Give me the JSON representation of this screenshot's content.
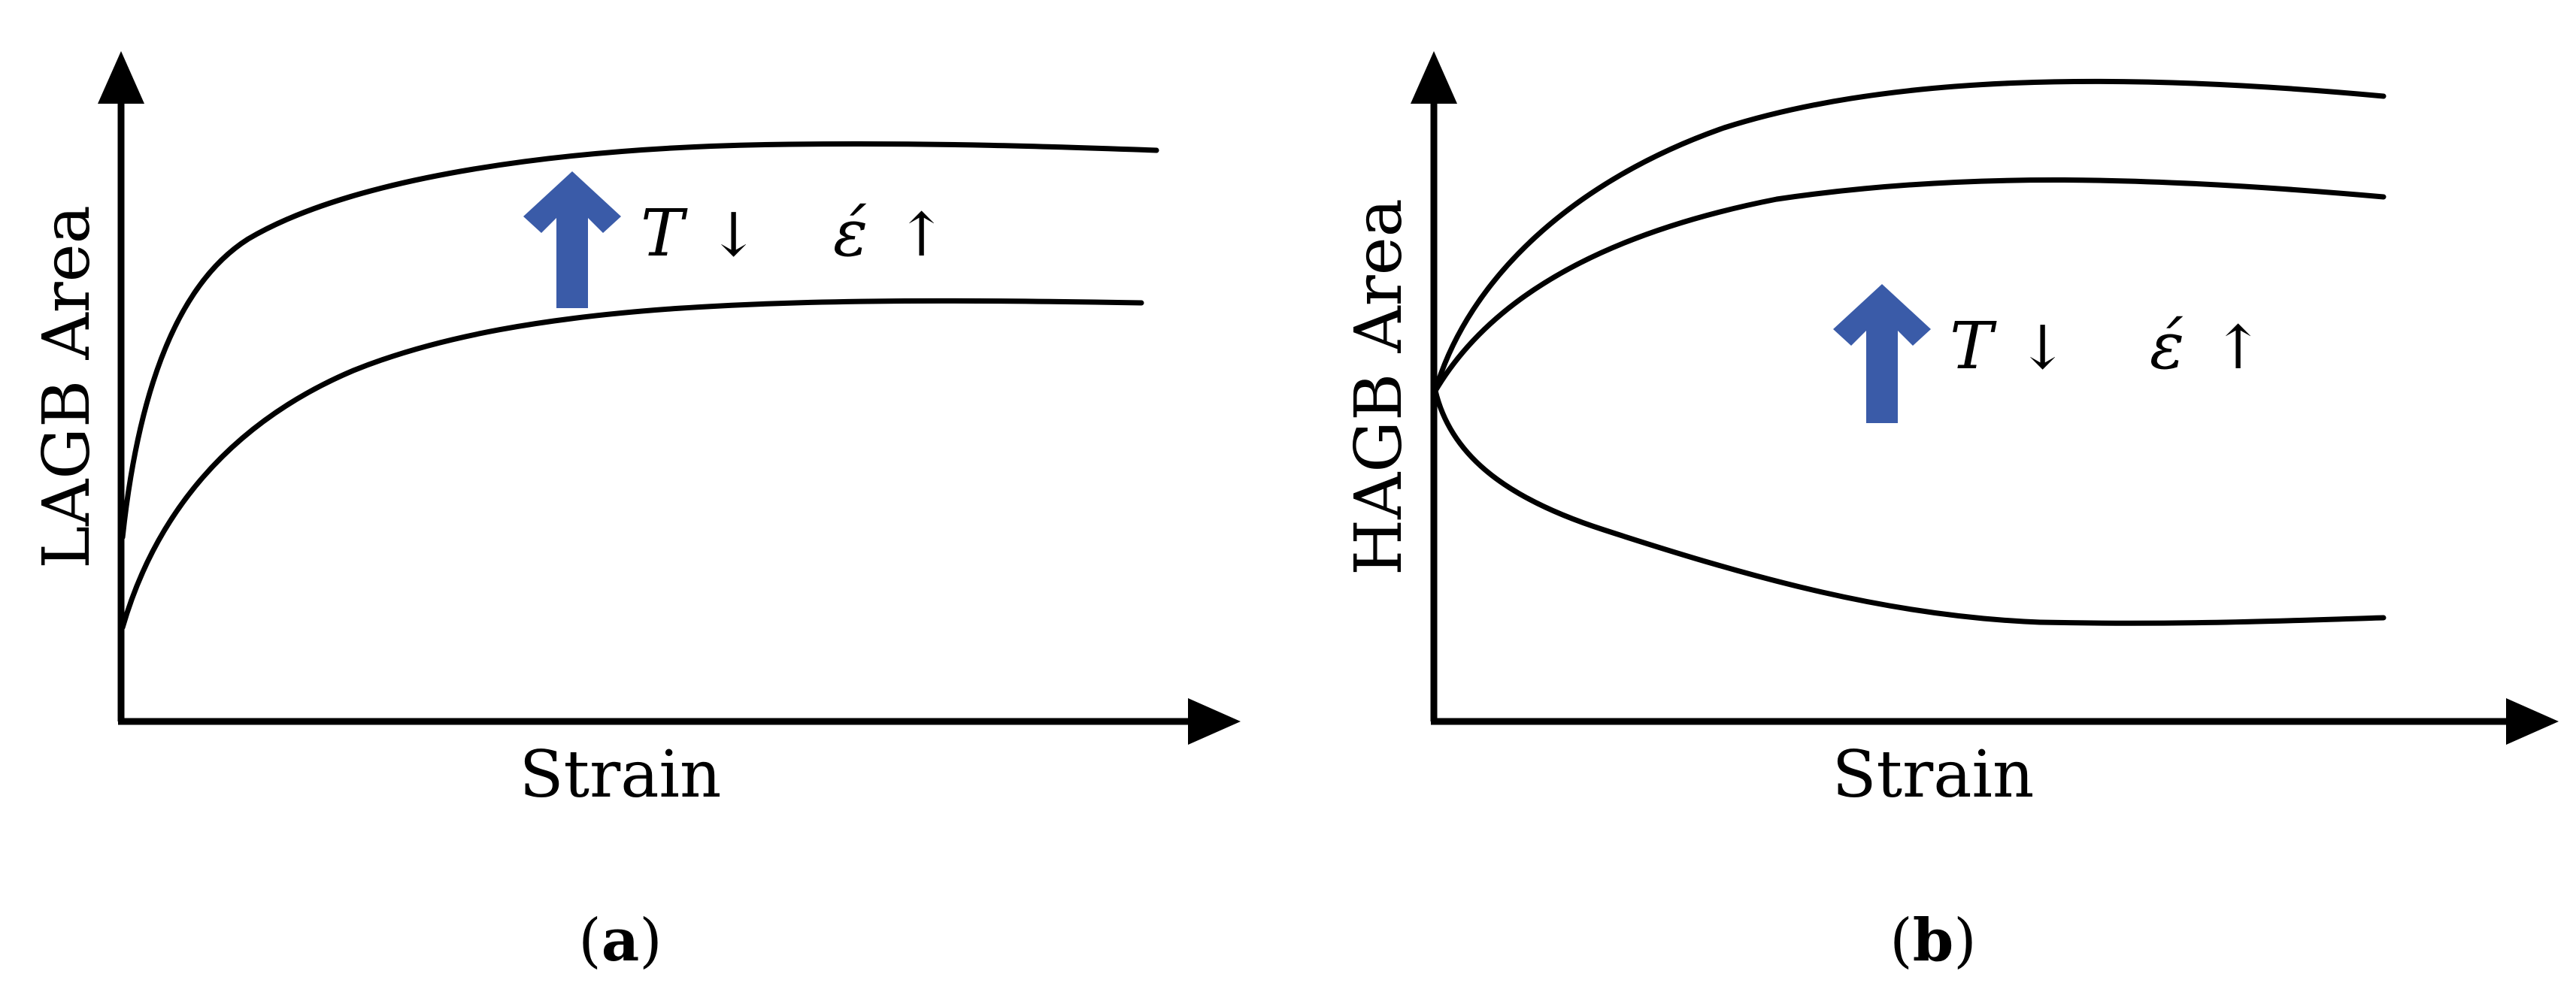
{
  "panels": [
    {
      "id": "a",
      "ylabel": "LAGB Area",
      "xlabel": "Strain",
      "label_open": "(",
      "label_letter": "a",
      "label_close": ")",
      "annotation": {
        "temperature": "T",
        "temp_arrow": "↓",
        "strain_rate": "έ",
        "rate_arrow": "↑"
      },
      "trend_arrow_color": "#3a5ba8"
    },
    {
      "id": "b",
      "ylabel": "HAGB Area",
      "xlabel": "Strain",
      "label_open": "(",
      "label_letter": "b",
      "label_close": ")",
      "annotation": {
        "temperature": "T",
        "temp_arrow": "↓",
        "strain_rate": "έ",
        "rate_arrow": "↑"
      },
      "trend_arrow_color": "#3a5ba8"
    }
  ]
}
